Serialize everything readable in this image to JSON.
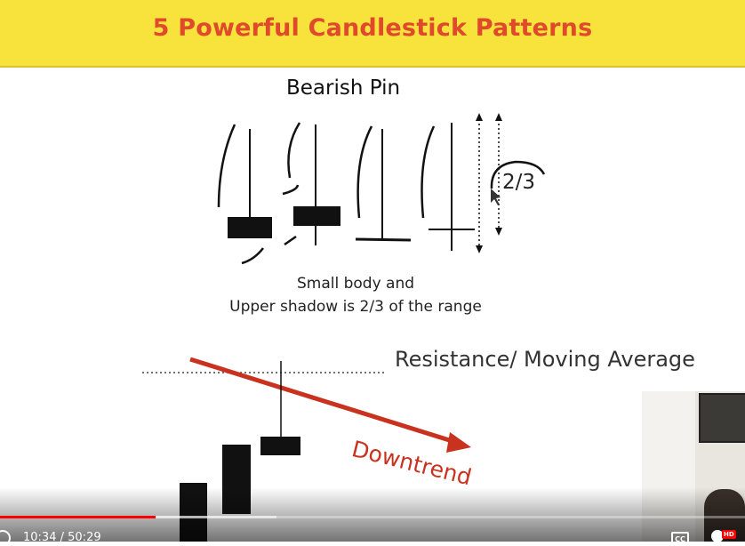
{
  "banner": {
    "title": "5 Powerful Candlestick Patterns"
  },
  "slide": {
    "title": "Bearish Pin",
    "ratio_label": "2/3",
    "caption_line1": "Small body and",
    "caption_line2": "Upper shadow is 2/3 of the range",
    "resistance_label": "Resistance/ Moving Average",
    "trend_label": "Downtrend"
  },
  "player": {
    "current_time": "10:34",
    "separator": "/",
    "duration": "50:29",
    "played_fraction": 0.2093,
    "buffered_fraction": 0.162,
    "cc_label": "CC",
    "hd_label": "HD"
  },
  "colors": {
    "banner_bg": "#f7e33b",
    "banner_text": "#e0492b",
    "trend_arrow": "#c8321f",
    "progress_played": "#ff0000"
  }
}
